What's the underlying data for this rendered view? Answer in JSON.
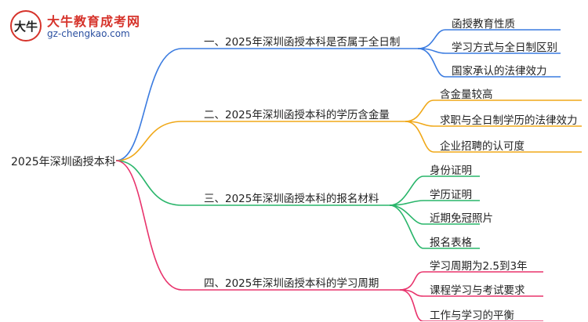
{
  "logo": {
    "name": "大牛教育成考网",
    "url": "gz-chengkao.com",
    "mark_text": "大牛"
  },
  "colors": {
    "blue": "#3a7be0",
    "orange": "#f0a818",
    "green": "#29b56a",
    "pink": "#e8336c"
  },
  "root": {
    "label": "2025年深圳函授本科"
  },
  "branches": [
    {
      "label": "一、2025年深圳函授本科是否属于全日制",
      "color_key": "blue",
      "leaves": [
        "函授教育性质",
        "学习方式与全日制区别",
        "国家承认的法律效力"
      ]
    },
    {
      "label": "二、2025年深圳函授本科的学历含金量",
      "color_key": "orange",
      "leaves": [
        "含金量较高",
        "求职与全日制学历的法律效力",
        "企业招聘的认可度"
      ]
    },
    {
      "label": "三、2025年深圳函授本科的报名材料",
      "color_key": "green",
      "leaves": [
        "身份证明",
        "学历证明",
        "近期免冠照片",
        "报名表格"
      ]
    },
    {
      "label": "四、2025年深圳函授本科的学习周期",
      "color_key": "pink",
      "leaves": [
        "学习周期为2.5到3年",
        "课程学习与考试要求",
        "工作与学习的平衡"
      ]
    }
  ]
}
